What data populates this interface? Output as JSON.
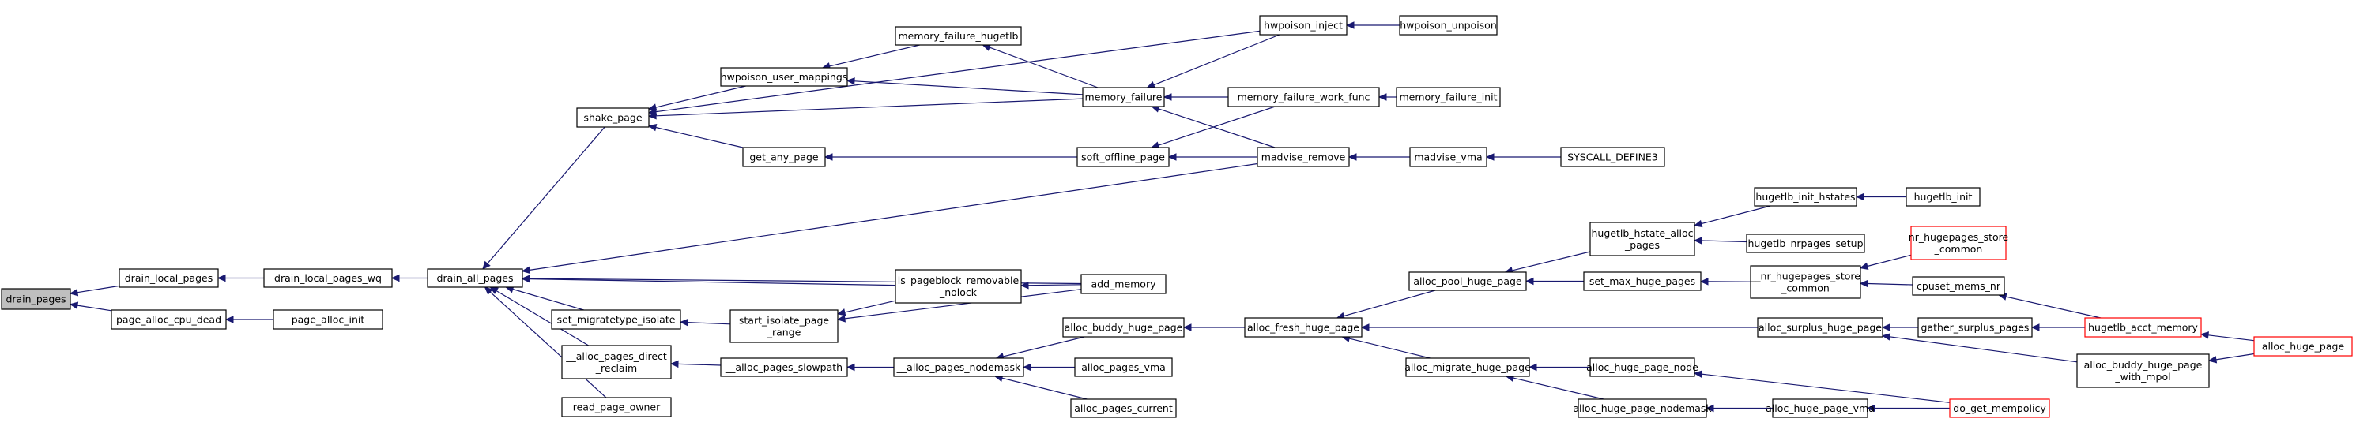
{
  "graph": {
    "kind": "doxygen-caller-graph",
    "colors": {
      "edge": "#191970",
      "root_fill": "#bfbfbf",
      "node_border": "#000000",
      "truncated_border": "#ff0000"
    },
    "nodes": [
      {
        "id": "drain_pages",
        "lines": [
          "drain_pages"
        ],
        "root": true
      },
      {
        "id": "drain_local_pages",
        "lines": [
          "drain_local_pages"
        ]
      },
      {
        "id": "page_alloc_cpu_dead",
        "lines": [
          "page_alloc_cpu_dead"
        ]
      },
      {
        "id": "drain_local_pages_wq",
        "lines": [
          "drain_local_pages_wq"
        ]
      },
      {
        "id": "page_alloc_init",
        "lines": [
          "page_alloc_init"
        ]
      },
      {
        "id": "drain_all_pages",
        "lines": [
          "drain_all_pages"
        ]
      },
      {
        "id": "shake_page",
        "lines": [
          "shake_page"
        ]
      },
      {
        "id": "set_migratetype_isolate",
        "lines": [
          "set_migratetype_isolate"
        ]
      },
      {
        "id": "__alloc_pages_direct_reclaim",
        "lines": [
          "__alloc_pages_direct",
          "_reclaim"
        ]
      },
      {
        "id": "read_page_owner",
        "lines": [
          "read_page_owner"
        ]
      },
      {
        "id": "hwpoison_user_mappings",
        "lines": [
          "hwpoison_user_mappings"
        ]
      },
      {
        "id": "get_any_page",
        "lines": [
          "get_any_page"
        ]
      },
      {
        "id": "start_isolate_page_range",
        "lines": [
          "start_isolate_page",
          "_range"
        ]
      },
      {
        "id": "__alloc_pages_slowpath",
        "lines": [
          "__alloc_pages_slowpath"
        ]
      },
      {
        "id": "memory_failure_hugetlb",
        "lines": [
          "memory_failure_hugetlb"
        ]
      },
      {
        "id": "memory_failure",
        "lines": [
          "memory_failure"
        ]
      },
      {
        "id": "soft_offline_page",
        "lines": [
          "soft_offline_page"
        ]
      },
      {
        "id": "is_pageblock_removable_nolock",
        "lines": [
          "is_pageblock_removable",
          "_nolock"
        ]
      },
      {
        "id": "add_memory",
        "lines": [
          "add_memory"
        ]
      },
      {
        "id": "__alloc_pages_nodemask",
        "lines": [
          "__alloc_pages_nodemask"
        ]
      },
      {
        "id": "alloc_buddy_huge_page",
        "lines": [
          "alloc_buddy_huge_page"
        ]
      },
      {
        "id": "alloc_pages_vma",
        "lines": [
          "alloc_pages_vma"
        ]
      },
      {
        "id": "alloc_pages_current",
        "lines": [
          "alloc_pages_current"
        ]
      },
      {
        "id": "hwpoison_inject",
        "lines": [
          "hwpoison_inject"
        ]
      },
      {
        "id": "hwpoison_unpoison",
        "lines": [
          "hwpoison_unpoison"
        ]
      },
      {
        "id": "memory_failure_work_func",
        "lines": [
          "memory_failure_work_func"
        ]
      },
      {
        "id": "memory_failure_init",
        "lines": [
          "memory_failure_init"
        ]
      },
      {
        "id": "madvise_remove",
        "lines": [
          "madvise_remove"
        ]
      },
      {
        "id": "madvise_vma",
        "lines": [
          "madvise_vma"
        ]
      },
      {
        "id": "SYSCALL_DEFINE3",
        "lines": [
          "SYSCALL_DEFINE3"
        ]
      },
      {
        "id": "alloc_fresh_huge_page",
        "lines": [
          "alloc_fresh_huge_page"
        ]
      },
      {
        "id": "alloc_pool_huge_page",
        "lines": [
          "alloc_pool_huge_page"
        ]
      },
      {
        "id": "alloc_migrate_huge_page",
        "lines": [
          "alloc_migrate_huge_page"
        ]
      },
      {
        "id": "hugetlb_hstate_alloc_pages",
        "lines": [
          "hugetlb_hstate_alloc",
          "_pages"
        ]
      },
      {
        "id": "set_max_huge_pages",
        "lines": [
          "set_max_huge_pages"
        ]
      },
      {
        "id": "hugetlb_init_hstates",
        "lines": [
          "hugetlb_init_hstates"
        ]
      },
      {
        "id": "hugetlb_init",
        "lines": [
          "hugetlb_init"
        ]
      },
      {
        "id": "hugetlb_nrpages_setup",
        "lines": [
          "hugetlb_nrpages_setup"
        ]
      },
      {
        "id": "__nr_hugepages_store_common",
        "lines": [
          "__nr_hugepages_store",
          "_common"
        ]
      },
      {
        "id": "nr_hugepages_store_common",
        "lines": [
          "nr_hugepages_store",
          "_common"
        ],
        "truncated": true
      },
      {
        "id": "cpuset_mems_nr",
        "lines": [
          "cpuset_mems_nr"
        ]
      },
      {
        "id": "alloc_surplus_huge_page",
        "lines": [
          "alloc_surplus_huge_page"
        ]
      },
      {
        "id": "gather_surplus_pages",
        "lines": [
          "gather_surplus_pages"
        ]
      },
      {
        "id": "hugetlb_acct_memory",
        "lines": [
          "hugetlb_acct_memory"
        ],
        "truncated": true
      },
      {
        "id": "alloc_buddy_huge_page_with_mpol",
        "lines": [
          "alloc_buddy_huge_page",
          "_with_mpol"
        ]
      },
      {
        "id": "alloc_huge_page",
        "lines": [
          "alloc_huge_page"
        ],
        "truncated": true
      },
      {
        "id": "alloc_huge_page_node",
        "lines": [
          "alloc_huge_page_node"
        ]
      },
      {
        "id": "alloc_huge_page_nodemask",
        "lines": [
          "alloc_huge_page_nodemask"
        ]
      },
      {
        "id": "alloc_huge_page_vma",
        "lines": [
          "alloc_huge_page_vma"
        ]
      },
      {
        "id": "do_get_mempolicy",
        "lines": [
          "do_get_mempolicy"
        ],
        "truncated": true
      }
    ],
    "edges": [
      [
        "drain_local_pages",
        "drain_pages"
      ],
      [
        "page_alloc_cpu_dead",
        "drain_pages"
      ],
      [
        "drain_local_pages_wq",
        "drain_local_pages"
      ],
      [
        "page_alloc_init",
        "page_alloc_cpu_dead"
      ],
      [
        "drain_all_pages",
        "drain_local_pages_wq"
      ],
      [
        "shake_page",
        "drain_all_pages"
      ],
      [
        "set_migratetype_isolate",
        "drain_all_pages"
      ],
      [
        "__alloc_pages_direct_reclaim",
        "drain_all_pages"
      ],
      [
        "read_page_owner",
        "drain_all_pages"
      ],
      [
        "madvise_remove",
        "drain_all_pages"
      ],
      [
        "is_pageblock_removable_nolock",
        "drain_all_pages"
      ],
      [
        "add_memory",
        "drain_all_pages"
      ],
      [
        "hwpoison_user_mappings",
        "shake_page"
      ],
      [
        "get_any_page",
        "shake_page"
      ],
      [
        "hwpoison_inject",
        "shake_page"
      ],
      [
        "memory_failure",
        "shake_page"
      ],
      [
        "start_isolate_page_range",
        "set_migratetype_isolate"
      ],
      [
        "__alloc_pages_slowpath",
        "__alloc_pages_direct_reclaim"
      ],
      [
        "memory_failure_hugetlb",
        "hwpoison_user_mappings"
      ],
      [
        "memory_failure",
        "hwpoison_user_mappings"
      ],
      [
        "soft_offline_page",
        "get_any_page"
      ],
      [
        "is_pageblock_removable_nolock",
        "start_isolate_page_range"
      ],
      [
        "add_memory",
        "start_isolate_page_range"
      ],
      [
        "__alloc_pages_nodemask",
        "__alloc_pages_slowpath"
      ],
      [
        "memory_failure",
        "memory_failure_hugetlb"
      ],
      [
        "hwpoison_inject",
        "memory_failure"
      ],
      [
        "memory_failure_work_func",
        "memory_failure"
      ],
      [
        "madvise_remove",
        "memory_failure"
      ],
      [
        "memory_failure_work_func",
        "soft_offline_page"
      ],
      [
        "madvise_remove",
        "soft_offline_page"
      ],
      [
        "add_memory",
        "is_pageblock_removable_nolock"
      ],
      [
        "alloc_buddy_huge_page",
        "__alloc_pages_nodemask"
      ],
      [
        "alloc_pages_vma",
        "__alloc_pages_nodemask"
      ],
      [
        "alloc_pages_current",
        "__alloc_pages_nodemask"
      ],
      [
        "hwpoison_unpoison",
        "hwpoison_inject"
      ],
      [
        "memory_failure_init",
        "memory_failure_work_func"
      ],
      [
        "madvise_vma",
        "madvise_remove"
      ],
      [
        "SYSCALL_DEFINE3",
        "madvise_vma"
      ],
      [
        "alloc_fresh_huge_page",
        "alloc_buddy_huge_page"
      ],
      [
        "alloc_pool_huge_page",
        "alloc_fresh_huge_page"
      ],
      [
        "alloc_migrate_huge_page",
        "alloc_fresh_huge_page"
      ],
      [
        "alloc_surplus_huge_page",
        "alloc_fresh_huge_page"
      ],
      [
        "hugetlb_hstate_alloc_pages",
        "alloc_pool_huge_page"
      ],
      [
        "set_max_huge_pages",
        "alloc_pool_huge_page"
      ],
      [
        "alloc_huge_page_node",
        "alloc_migrate_huge_page"
      ],
      [
        "alloc_huge_page_nodemask",
        "alloc_migrate_huge_page"
      ],
      [
        "hugetlb_init_hstates",
        "hugetlb_hstate_alloc_pages"
      ],
      [
        "hugetlb_nrpages_setup",
        "hugetlb_hstate_alloc_pages"
      ],
      [
        "__nr_hugepages_store_common",
        "set_max_huge_pages"
      ],
      [
        "hugetlb_init",
        "hugetlb_init_hstates"
      ],
      [
        "nr_hugepages_store_common",
        "__nr_hugepages_store_common"
      ],
      [
        "cpuset_mems_nr",
        "__nr_hugepages_store_common"
      ],
      [
        "gather_surplus_pages",
        "alloc_surplus_huge_page"
      ],
      [
        "alloc_buddy_huge_page_with_mpol",
        "alloc_surplus_huge_page"
      ],
      [
        "hugetlb_acct_memory",
        "cpuset_mems_nr"
      ],
      [
        "hugetlb_acct_memory",
        "gather_surplus_pages"
      ],
      [
        "alloc_huge_page",
        "hugetlb_acct_memory"
      ],
      [
        "alloc_huge_page",
        "alloc_buddy_huge_page_with_mpol"
      ],
      [
        "do_get_mempolicy",
        "alloc_huge_page_node"
      ],
      [
        "alloc_huge_page_vma",
        "alloc_huge_page_nodemask"
      ],
      [
        "do_get_mempolicy",
        "alloc_huge_page_vma"
      ]
    ]
  }
}
